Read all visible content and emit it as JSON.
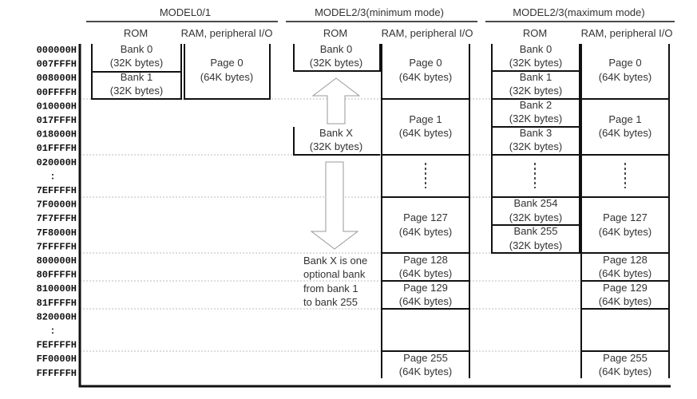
{
  "models": [
    {
      "title": "MODEL0/1",
      "col_rom": "ROM",
      "col_ram": "RAM, peripheral I/O"
    },
    {
      "title": "MODEL2/3(minimum mode)",
      "col_rom": "ROM",
      "col_ram": "RAM, peripheral I/O"
    },
    {
      "title": "MODEL2/3(maximum mode)",
      "col_rom": "ROM",
      "col_ram": "RAM, peripheral I/O"
    }
  ],
  "addresses": [
    "000000H",
    "007FFFH",
    "008000H",
    "00FFFFH",
    "010000H",
    "017FFFH",
    "018000H",
    "01FFFFH",
    "020000H",
    ":",
    "7EFFFFH",
    "7F0000H",
    "7F7FFFH",
    "7F8000H",
    "7FFFFFH",
    "800000H",
    "80FFFFH",
    "810000H",
    "81FFFFH",
    "820000H",
    ":",
    "FEFFFFH",
    "FF0000H",
    "FFFFFFH"
  ],
  "model01": {
    "rom_banks": [
      [
        "Bank 0",
        "(32K bytes)"
      ],
      [
        "Bank 1",
        "(32K bytes)"
      ]
    ],
    "ram_page": [
      "Page 0",
      "(64K bytes)"
    ]
  },
  "min_mode": {
    "rom_banks": [
      [
        "Bank 0",
        "(32K bytes)"
      ],
      [
        "Bank X",
        "(32K bytes)"
      ]
    ],
    "note": [
      "Bank X is one",
      "optional bank",
      "from bank 1",
      "to bank 255"
    ],
    "pages": [
      [
        "Page 0",
        "(64K bytes)"
      ],
      [
        "Page 1",
        "(64K bytes)"
      ],
      [
        "Page 127",
        "(64K bytes)"
      ],
      [
        "Page 128",
        "(64K bytes)"
      ],
      [
        "Page 129",
        "(64K bytes)"
      ],
      [
        "Page 255",
        "(64K bytes)"
      ]
    ]
  },
  "max_mode": {
    "rom_banks": [
      [
        "Bank 0",
        "(32K bytes)"
      ],
      [
        "Bank 1",
        "(32K bytes)"
      ],
      [
        "Bank 2",
        "(32K bytes)"
      ],
      [
        "Bank 3",
        "(32K bytes)"
      ],
      [
        "Bank 254",
        "(32K bytes)"
      ],
      [
        "Bank 255",
        "(32K bytes)"
      ]
    ],
    "pages": [
      [
        "Page 0",
        "(64K bytes)"
      ],
      [
        "Page 1",
        "(64K bytes)"
      ],
      [
        "Page 127",
        "(64K bytes)"
      ],
      [
        "Page 128",
        "(64K bytes)"
      ],
      [
        "Page 129",
        "(64K bytes)"
      ],
      [
        "Page 255",
        "(64K bytes)"
      ]
    ]
  },
  "colors": {
    "line": "#111111",
    "dashed": "#bbbbbb",
    "arrow": "#999999"
  }
}
